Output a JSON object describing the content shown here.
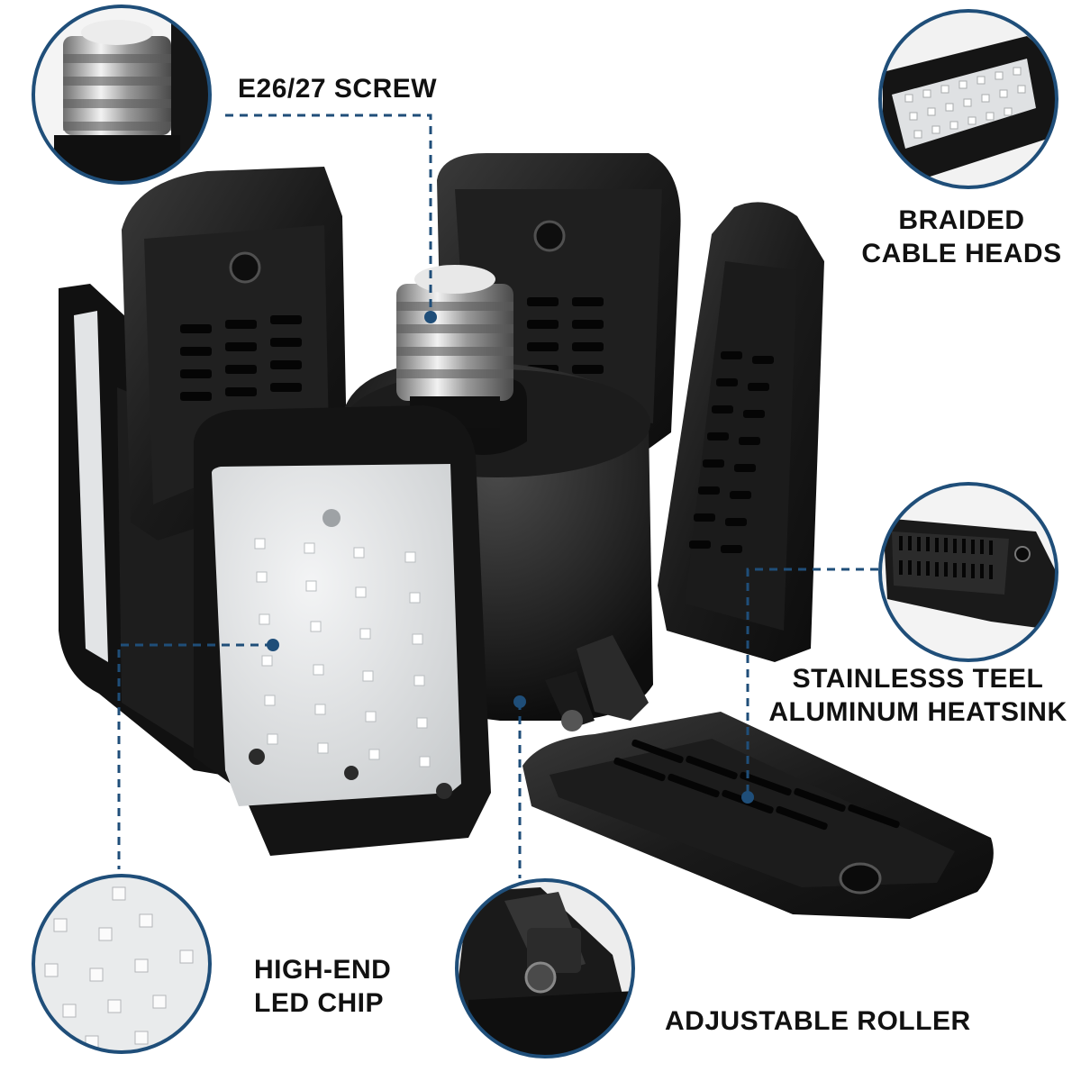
{
  "colors": {
    "accent_blue": "#1f4e79",
    "lamp_black": "#141414",
    "panel_dark": "#242424",
    "led_glass": "#e6e8ea",
    "chip_white": "#f8f8f8"
  },
  "labels": {
    "screw": [
      "E26/27 SCREW"
    ],
    "braided": [
      "BRAIDED",
      "CABLE HEADS"
    ],
    "steel": [
      "STAINLESSS TEEL",
      "ALUMINUM HEATSINK"
    ],
    "chip": [
      "HIGH-END",
      "LED CHIP"
    ],
    "roller": [
      "ADJUSTABLE ROLLER"
    ]
  }
}
